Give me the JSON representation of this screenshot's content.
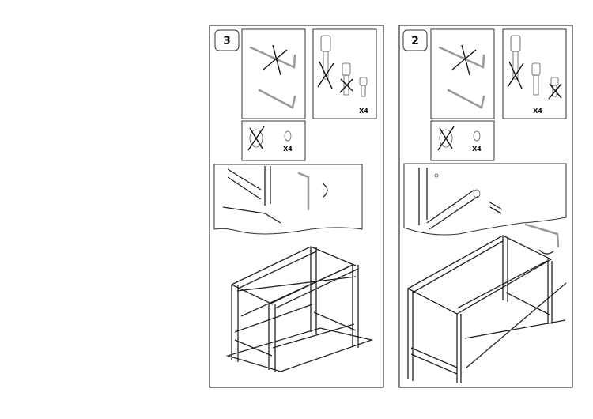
{
  "panels": [
    {
      "step": "3",
      "hardware_qty": "X4",
      "washer_qty": "X4"
    },
    {
      "step": "2",
      "hardware_qty": "X4",
      "washer_qty": "X4"
    }
  ]
}
